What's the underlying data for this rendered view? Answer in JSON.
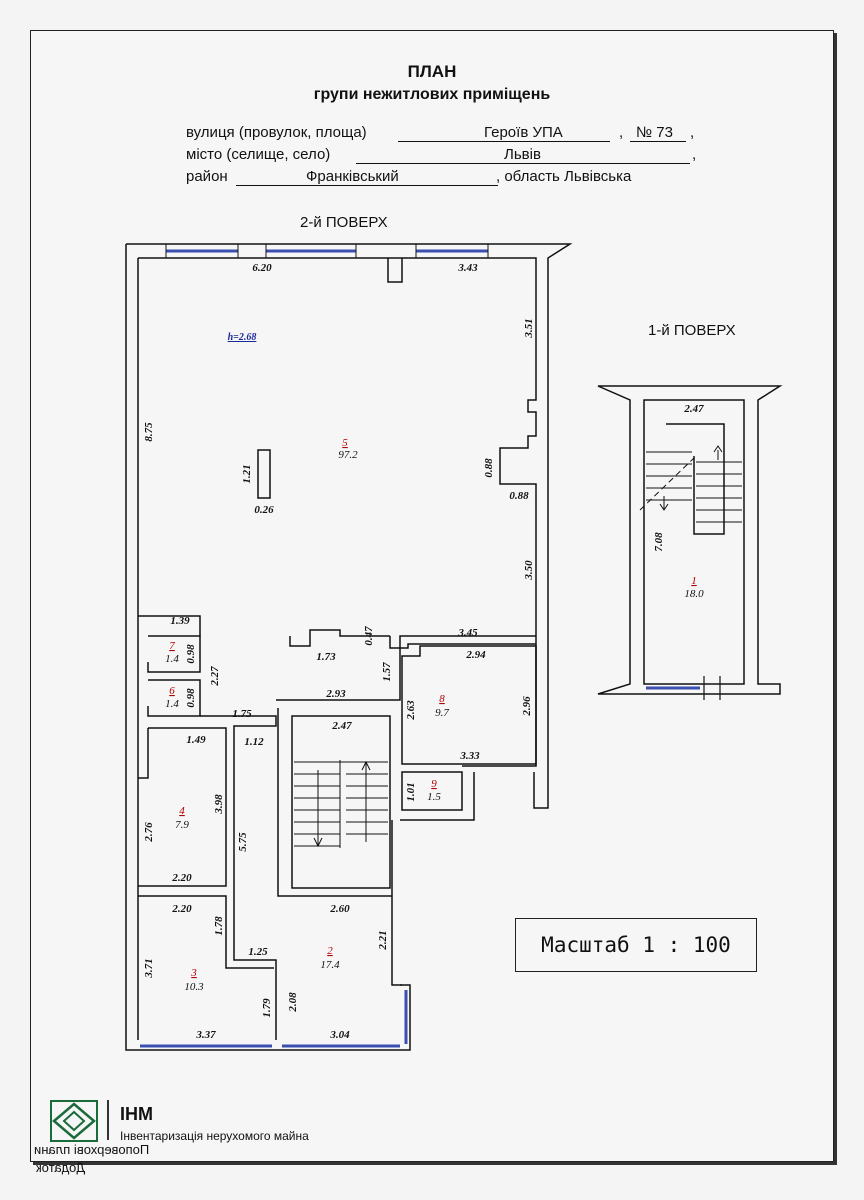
{
  "header": {
    "title": "ПЛАН",
    "subtitle": "групи нежитлових приміщень",
    "street_label": "вулиця (провулок, площа)",
    "street_value": "Героїв УПА",
    "comma1": ",",
    "house_value": "№ 73",
    "comma2": ",",
    "city_label": "місто (селище, село)",
    "city_value": "Львів",
    "comma3": ",",
    "district_label": "район",
    "district_value": "Франківський",
    "region_value": ", область Львівська"
  },
  "floors": {
    "second": "2-й ПОВЕРХ",
    "first": "1-й ПОВЕРХ"
  },
  "rooms": [
    {
      "num": "5",
      "area": "97.2"
    },
    {
      "num": "7",
      "area": "1.4"
    },
    {
      "num": "6",
      "area": "1.4"
    },
    {
      "num": "8",
      "area": "9.7"
    },
    {
      "num": "9",
      "area": "1.5"
    },
    {
      "num": "4",
      "area": "7.9"
    },
    {
      "num": "2",
      "area": "17.4"
    },
    {
      "num": "3",
      "area": "10.3"
    },
    {
      "num": "1",
      "area": "18.0"
    }
  ],
  "height_label": "h=2.68",
  "dims": [
    "6.20",
    "3.43",
    "3.51",
    "8.75",
    "1.21",
    "0.26",
    "0.88",
    "0.88",
    "3.50",
    "1.39",
    "0.98",
    "0.98",
    "2.27",
    "1.73",
    "0.47",
    "3.45",
    "1.57",
    "2.94",
    "2.63",
    "2.96",
    "3.33",
    "1.01",
    "1.75",
    "2.93",
    "1.12",
    "2.47",
    "1.49",
    "3.98",
    "2.76",
    "5.75",
    "2.20",
    "2.20",
    "1.78",
    "1.25",
    "2.60",
    "2.21",
    "3.71",
    "1.79",
    "2.08",
    "3.37",
    "3.04",
    "2.47",
    "7.08"
  ],
  "scale": "Масштаб  1 : 100",
  "logo": {
    "abbr": "ІНМ",
    "name": "Інвентаризація нерухомого майна",
    "mirror1": "Поповерхові плани",
    "mirror2": "Додаток"
  },
  "colors": {
    "window": "#3a4fb0",
    "room_number": "#b00000",
    "height_label": "#1a2a9a"
  }
}
